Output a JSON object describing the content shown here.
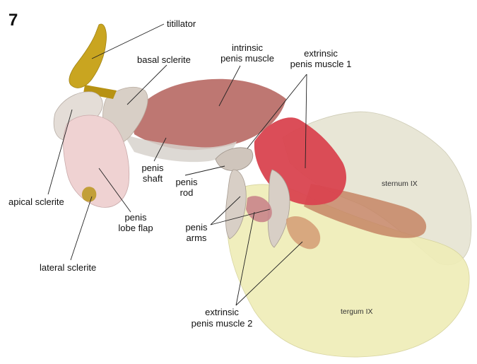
{
  "figure_number": "7",
  "labels": {
    "titillator": "titillator",
    "basal_sclerite": "basal sclerite",
    "intrinsic_penis_muscle": [
      "intrinsic",
      "penis muscle"
    ],
    "extrinsic_penis_muscle_1": [
      "extrinsic",
      "penis muscle 1"
    ],
    "penis_shaft": [
      "penis",
      "shaft"
    ],
    "penis_rod": [
      "penis",
      "rod"
    ],
    "apical_sclerite": "apical sclerite",
    "penis_lobe_flap": [
      "penis",
      "lobe flap"
    ],
    "penis_arms": [
      "penis",
      "arms"
    ],
    "lateral_sclerite": "lateral sclerite",
    "extrinsic_penis_muscle_2": [
      "extrinsic",
      "penis muscle 2"
    ],
    "sternum_ix": "sternum IX",
    "tergum_ix": "tergum IX"
  },
  "colors": {
    "tergum": "#efedb8",
    "sternum": "#e6e4d2",
    "intrinsic_muscle": "#b96b66",
    "extrinsic_muscle_1": "#d9434f",
    "extrinsic_muscle_1_tail": "#c68565",
    "extrinsic_muscle_2": "#c9848a",
    "titillator": "#c9a520",
    "sclerite": "#d8cfc6",
    "penis_lobe": "#efd2d2"
  }
}
